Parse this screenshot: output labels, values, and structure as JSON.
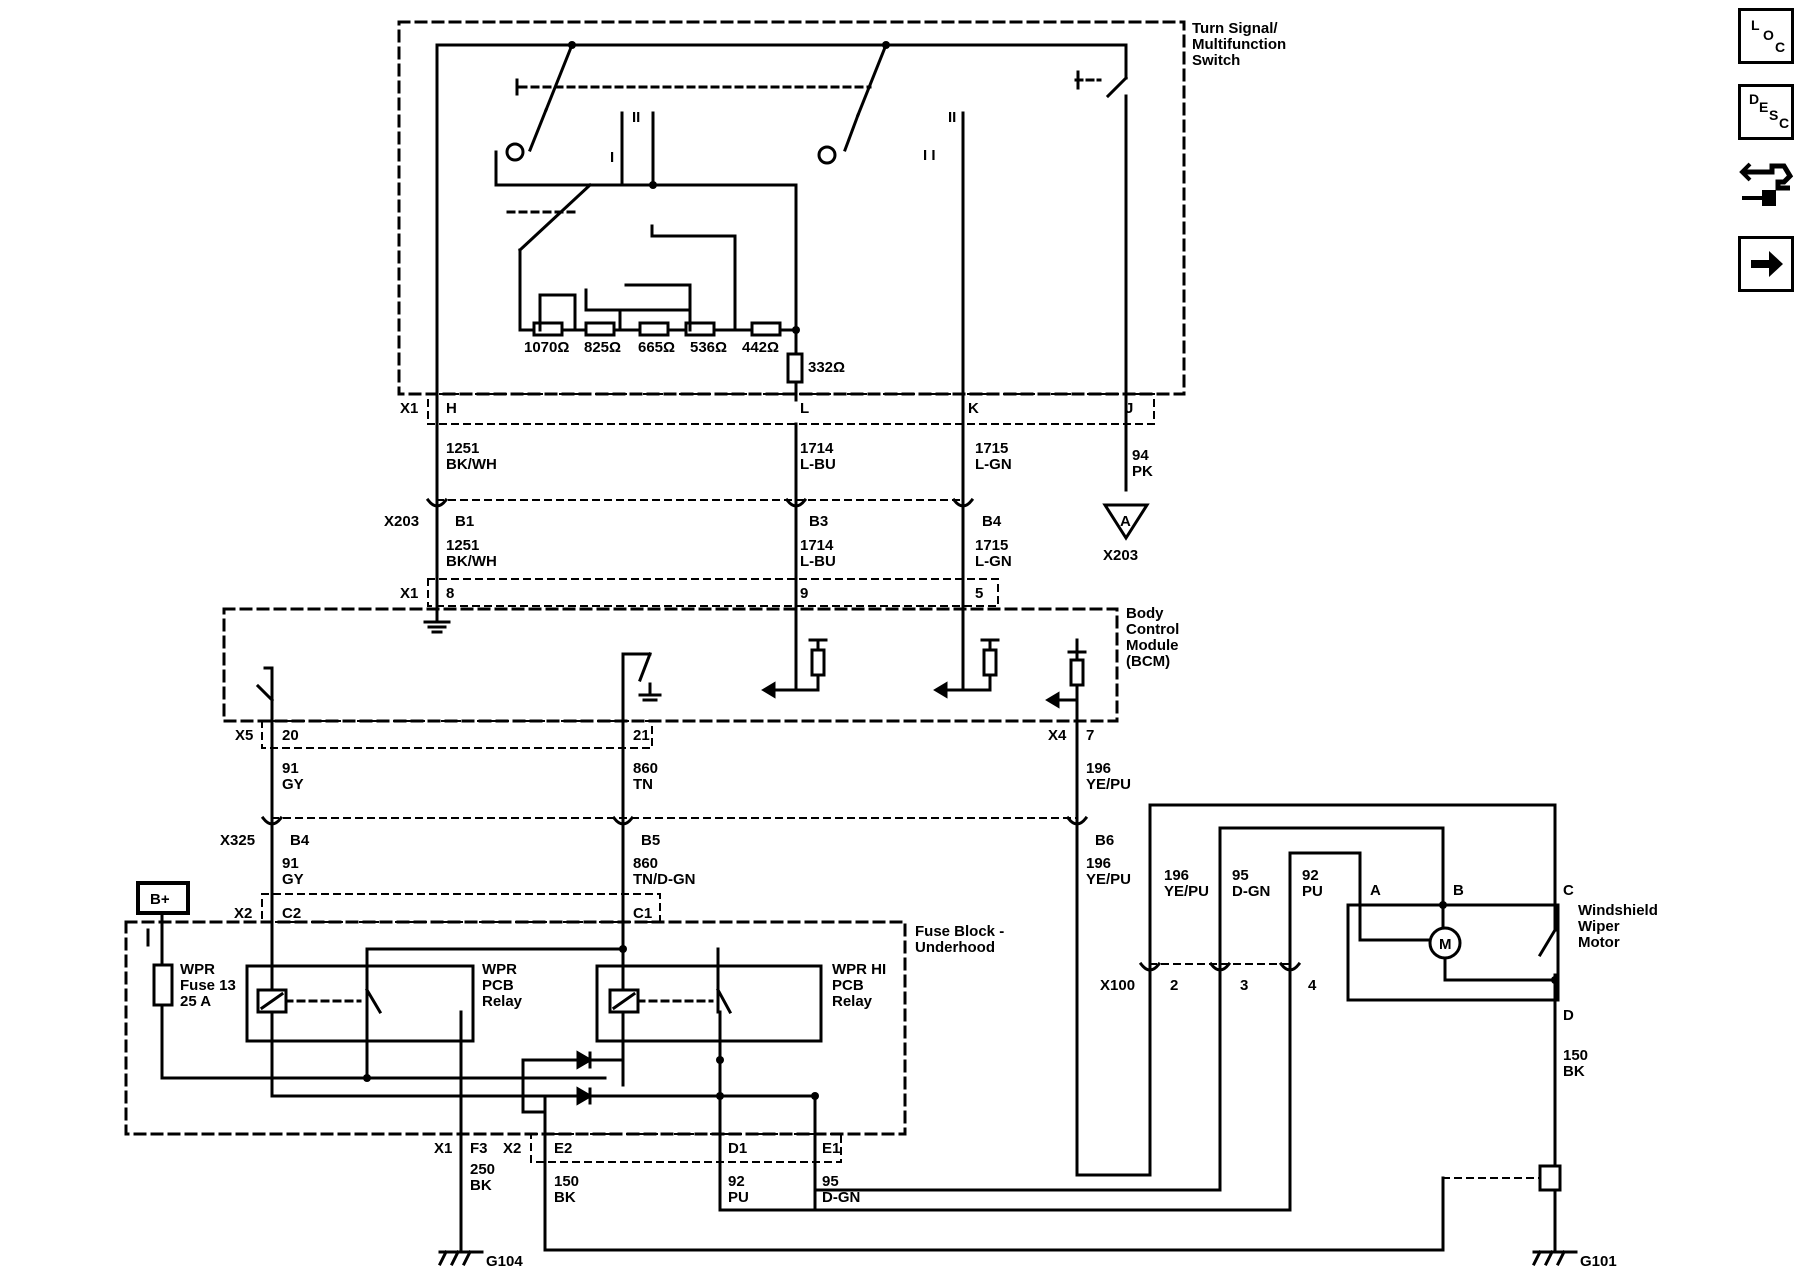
{
  "nav": {
    "loc": [
      "L",
      "O",
      "C"
    ],
    "desc": [
      "D",
      "E",
      "S",
      "C"
    ]
  },
  "labels": {
    "tss_title": [
      "Turn Signal/",
      "Multifunction",
      "Switch"
    ],
    "bcm_title": [
      "Body",
      "Control",
      "Module",
      "(BCM)"
    ],
    "fuse_block_title": [
      "Fuse Block -",
      "Underhood"
    ],
    "motor_title": [
      "Windshield",
      "Wiper",
      "Motor"
    ],
    "wpr_relay": [
      "WPR",
      "PCB",
      "Relay"
    ],
    "wpr_hi_relay": [
      "WPR HI",
      "PCB",
      "Relay"
    ],
    "fuse": [
      "WPR",
      "Fuse 13",
      "25 A"
    ],
    "bplus": "B+",
    "motor_symbol": "M",
    "offpage": "A",
    "resistors": [
      "1070Ω",
      "825Ω",
      "665Ω",
      "536Ω",
      "442Ω",
      "332Ω"
    ],
    "switch_marks": {
      "ii_a": "II",
      "i_a": "I",
      "ii_b": "II",
      "i_b": "I I"
    },
    "connectors": {
      "x1_tss": "X1",
      "x203_b": "X203",
      "x203_offpage": "X203",
      "x1_bcm": "X1",
      "x5": "X5",
      "x4": "X4",
      "x325": "X325",
      "x2_top": "X2",
      "x1_fuse": "X1",
      "x2_bottom": "X2",
      "x100": "X100",
      "g104": "G104",
      "g101": "G101"
    },
    "pins": {
      "h": "H",
      "l": "L",
      "k": "K",
      "j": "J",
      "b1": "B1",
      "b3": "B3",
      "b4_x203": "B4",
      "p8": "8",
      "p9": "9",
      "p5": "5",
      "p20": "20",
      "p21": "21",
      "p7": "7",
      "b4_x325": "B4",
      "b5": "B5",
      "b6": "B6",
      "c2": "C2",
      "c1": "C1",
      "f3": "F3",
      "e2": "E2",
      "d1": "D1",
      "e1": "E1",
      "x100_2": "2",
      "x100_3": "3",
      "x100_4": "4",
      "mA": "A",
      "mB": "B",
      "mC": "C",
      "mD": "D"
    },
    "wires": {
      "w1251_top": [
        "1251",
        "BK/WH"
      ],
      "w1714_top": [
        "1714",
        "L-BU"
      ],
      "w1715_top": [
        "1715",
        "L-GN"
      ],
      "w94": [
        "94",
        "PK"
      ],
      "w1251_mid": [
        "1251",
        "BK/WH"
      ],
      "w1714_mid": [
        "1714",
        "L-BU"
      ],
      "w1715_mid": [
        "1715",
        "L-GN"
      ],
      "w91_top": [
        "91",
        "GY"
      ],
      "w860_top": [
        "860",
        "TN"
      ],
      "w196_top": [
        "196",
        "YE/PU"
      ],
      "w91_bot": [
        "91",
        "GY"
      ],
      "w860_bot": [
        "860",
        "TN/D-GN"
      ],
      "w196_bot": [
        "196",
        "YE/PU"
      ],
      "w196_m": [
        "196",
        "YE/PU"
      ],
      "w95_m": [
        "95",
        "D-GN"
      ],
      "w92_m": [
        "92",
        "PU"
      ],
      "w250": [
        "250",
        "BK"
      ],
      "w150_fb": [
        "150",
        "BK"
      ],
      "w92_fb": [
        "92",
        "PU"
      ],
      "w95_fb": [
        "95",
        "D-GN"
      ],
      "w150_motor": [
        "150",
        "BK"
      ]
    }
  }
}
